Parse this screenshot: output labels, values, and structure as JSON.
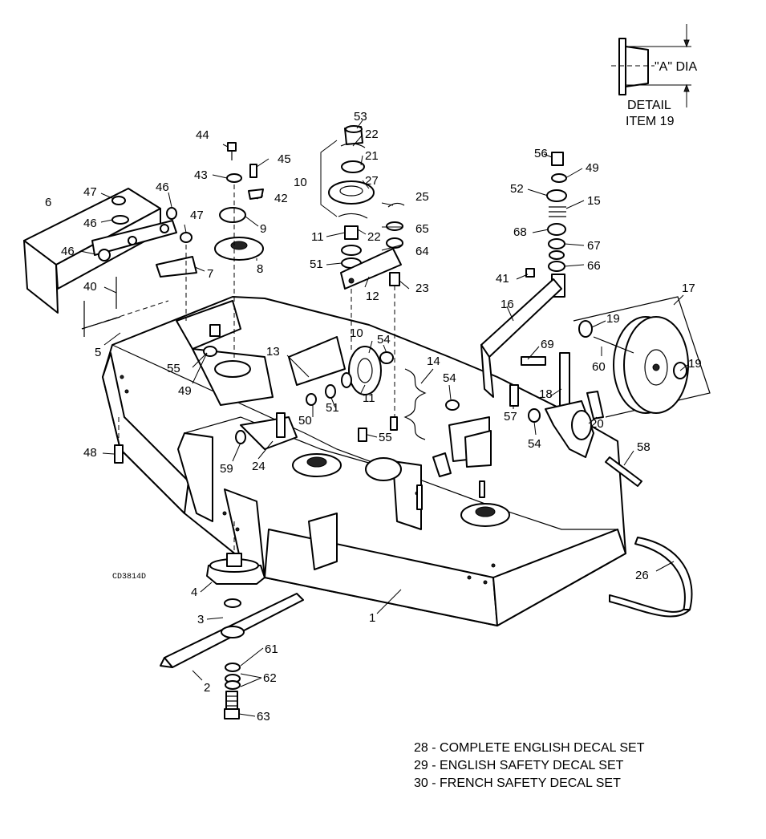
{
  "drawing_code": "CD3814D",
  "detail": {
    "dim_label": "\"A\" DIA",
    "title": "DETAIL",
    "subtitle": "ITEM 19"
  },
  "legend": [
    "28 - COMPLETE ENGLISH DECAL SET",
    "29 - ENGLISH SAFETY DECAL SET",
    "30 - FRENCH SAFETY DECAL SET"
  ],
  "callouts": [
    {
      "num": "53"
    },
    {
      "num": "22"
    },
    {
      "num": "21"
    },
    {
      "num": "27"
    },
    {
      "num": "10"
    },
    {
      "num": "25"
    },
    {
      "num": "65"
    },
    {
      "num": "11"
    },
    {
      "num": "22"
    },
    {
      "num": "64"
    },
    {
      "num": "51"
    },
    {
      "num": "12"
    },
    {
      "num": "23"
    },
    {
      "num": "44"
    },
    {
      "num": "45"
    },
    {
      "num": "43"
    },
    {
      "num": "42"
    },
    {
      "num": "46"
    },
    {
      "num": "47"
    },
    {
      "num": "6"
    },
    {
      "num": "46"
    },
    {
      "num": "47"
    },
    {
      "num": "9"
    },
    {
      "num": "46"
    },
    {
      "num": "8"
    },
    {
      "num": "7"
    },
    {
      "num": "40"
    },
    {
      "num": "5"
    },
    {
      "num": "55"
    },
    {
      "num": "49"
    },
    {
      "num": "13"
    },
    {
      "num": "10"
    },
    {
      "num": "54"
    },
    {
      "num": "14"
    },
    {
      "num": "51"
    },
    {
      "num": "11"
    },
    {
      "num": "50"
    },
    {
      "num": "54"
    },
    {
      "num": "55"
    },
    {
      "num": "48"
    },
    {
      "num": "59"
    },
    {
      "num": "24"
    },
    {
      "num": "56"
    },
    {
      "num": "49"
    },
    {
      "num": "52"
    },
    {
      "num": "15"
    },
    {
      "num": "68"
    },
    {
      "num": "67"
    },
    {
      "num": "66"
    },
    {
      "num": "41"
    },
    {
      "num": "16"
    },
    {
      "num": "17"
    },
    {
      "num": "19"
    },
    {
      "num": "69"
    },
    {
      "num": "60"
    },
    {
      "num": "19"
    },
    {
      "num": "18"
    },
    {
      "num": "57"
    },
    {
      "num": "20"
    },
    {
      "num": "54"
    },
    {
      "num": "58"
    },
    {
      "num": "26"
    },
    {
      "num": "1"
    },
    {
      "num": "4"
    },
    {
      "num": "3"
    },
    {
      "num": "61"
    },
    {
      "num": "62"
    },
    {
      "num": "2"
    },
    {
      "num": "63"
    }
  ]
}
